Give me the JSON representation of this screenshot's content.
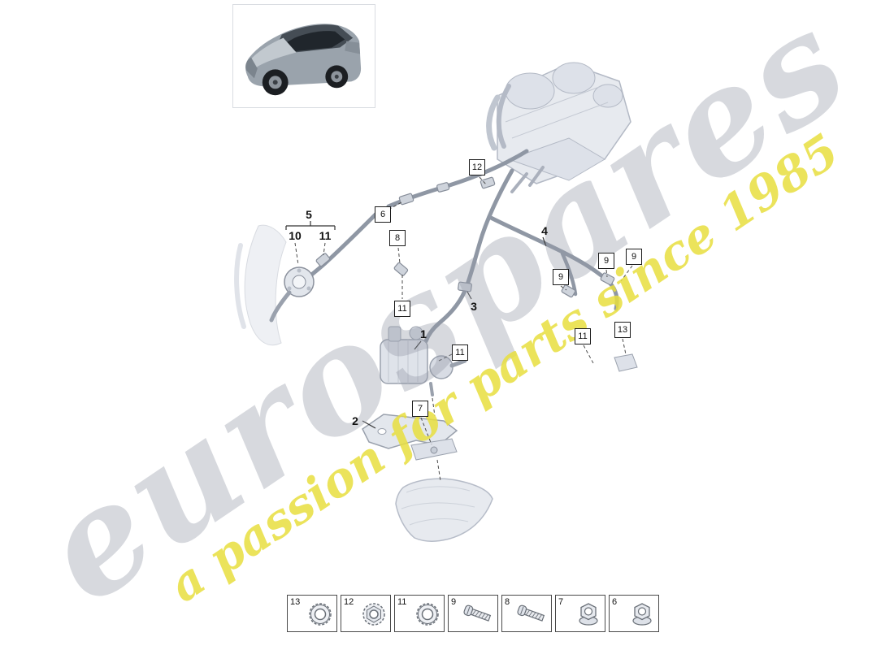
{
  "watermark": {
    "brand": "eurospares",
    "tagline": "a passion for parts since 1985",
    "brand_color": "#969ca7",
    "tagline_color": "#e7de3e"
  },
  "diagram": {
    "subject": "auxiliary-heater-coolant-hose-assembly",
    "vehicle_thumbnail": "porsche-cayenne-suv"
  },
  "callouts": [
    {
      "label": "12",
      "style": "boxed"
    },
    {
      "label": "6",
      "style": "boxed"
    },
    {
      "label": "8",
      "style": "boxed"
    },
    {
      "label": "5",
      "style": "plain"
    },
    {
      "label": "10",
      "style": "plain"
    },
    {
      "label": "11",
      "style": "plain"
    },
    {
      "label": "4",
      "style": "plain"
    },
    {
      "label": "9",
      "style": "boxed"
    },
    {
      "label": "9",
      "style": "boxed"
    },
    {
      "label": "9",
      "style": "boxed"
    },
    {
      "label": "3",
      "style": "plain"
    },
    {
      "label": "11",
      "style": "boxed"
    },
    {
      "label": "1",
      "style": "plain"
    },
    {
      "label": "11",
      "style": "boxed"
    },
    {
      "label": "11",
      "style": "boxed"
    },
    {
      "label": "13",
      "style": "boxed"
    },
    {
      "label": "7",
      "style": "boxed"
    },
    {
      "label": "2",
      "style": "plain"
    }
  ],
  "legend": {
    "items": [
      {
        "number": "13",
        "icon": "ring-nut-icon"
      },
      {
        "number": "12",
        "icon": "flange-ring-nut-icon"
      },
      {
        "number": "11",
        "icon": "ring-nut-icon"
      },
      {
        "number": "9",
        "icon": "screw-icon"
      },
      {
        "number": "8",
        "icon": "screw-icon"
      },
      {
        "number": "7",
        "icon": "hex-flange-nut-icon"
      },
      {
        "number": "6",
        "icon": "hex-flange-nut-icon"
      }
    ]
  }
}
